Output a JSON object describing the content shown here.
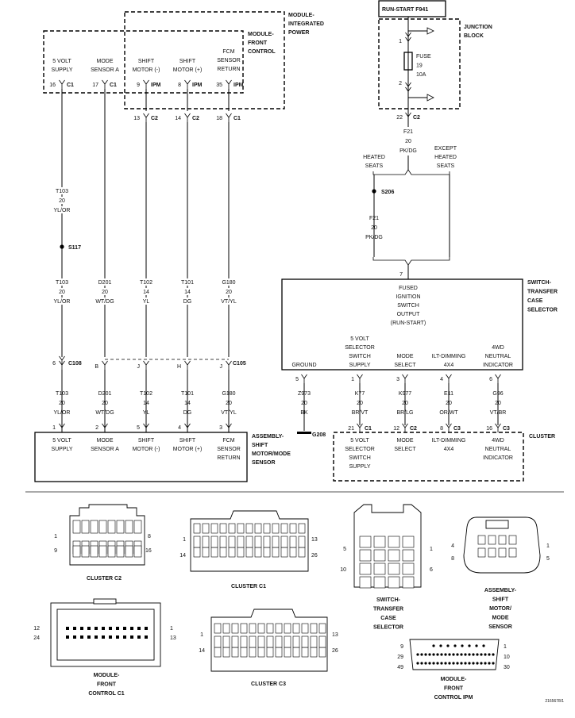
{
  "labels": {
    "run_start": "RUN-START F941",
    "junction_block": [
      "JUNCTION",
      "BLOCK"
    ],
    "fuse": [
      "FUSE",
      "19",
      "10A"
    ],
    "fuse_pin_1": "1",
    "fuse_pin_2": "2",
    "mip": [
      "MODULE-",
      "INTEGRATED",
      "POWER"
    ],
    "mfc": [
      "MODULE-",
      "FRONT",
      "CONTROL"
    ],
    "sts": [
      "SWITCH-",
      "TRANSFER",
      "CASE",
      "SELECTOR"
    ],
    "cluster": "CLUSTER",
    "assy": [
      "ASSEMBLY-",
      "SHIFT",
      "MOTOR/MODE",
      "SENSOR"
    ],
    "heated": [
      "HEATED",
      "SEATS"
    ],
    "except": [
      "EXCEPT",
      "HEATED",
      "SEATS"
    ],
    "sts_inner": [
      "FUSED",
      "IGNITION",
      "SWITCH",
      "OUTPUT",
      "(RUN-START)"
    ],
    "s117": "S117",
    "s206": "S206",
    "g208": "G208",
    "c108": "C108",
    "c105": "C105",
    "jb_pin_22": "22",
    "jb_c2": "C2",
    "sts_pin_7": "7",
    "drawing_id": "2165678/1"
  },
  "mfc_pins": [
    {
      "text": [
        "5 VOLT",
        "SUPPLY"
      ],
      "pin": "16",
      "conn": "C1"
    },
    {
      "text": [
        "MODE",
        "SENSOR A"
      ],
      "pin": "17",
      "conn": "C1"
    },
    {
      "text": [
        "SHIFT",
        "MOTOR (-)"
      ],
      "pin": "9",
      "conn": "IPM"
    },
    {
      "text": [
        "SHIFT",
        "MOTOR (+)"
      ],
      "pin": "8",
      "conn": "IPM"
    },
    {
      "text": [
        "FCM",
        "SENSOR",
        "RETURN"
      ],
      "pin": "35",
      "conn": "IPM"
    }
  ],
  "mip_pins": [
    {
      "pin": "13",
      "conn": "C2"
    },
    {
      "pin": "14",
      "conn": "C2"
    },
    {
      "pin": "18",
      "conn": "C1"
    }
  ],
  "upper_wires": [
    [
      "T103",
      "20",
      "YL/OR"
    ],
    [
      "T103",
      "20",
      "YL/OR"
    ],
    [
      "D201",
      "20",
      "WT/DG"
    ],
    [
      "T102",
      "14",
      "YL"
    ],
    [
      "T101",
      "14",
      "DG"
    ],
    [
      "G180",
      "20",
      "VT/YL"
    ]
  ],
  "mid_pins": [
    "6",
    "B",
    "J",
    "H",
    "J"
  ],
  "lower_wires": [
    [
      "T103",
      "20",
      "YL/OR"
    ],
    [
      "D201",
      "20",
      "WT/DG"
    ],
    [
      "T102",
      "14",
      "YL"
    ],
    [
      "T101",
      "14",
      "DG"
    ],
    [
      "G180",
      "20",
      "VT/YL"
    ]
  ],
  "assy_pins": [
    {
      "pin": "1",
      "text": [
        "5 VOLT",
        "SUPPLY"
      ]
    },
    {
      "pin": "2",
      "text": [
        "MODE",
        "SENSOR A"
      ]
    },
    {
      "pin": "5",
      "text": [
        "SHIFT",
        "MOTOR (-)"
      ]
    },
    {
      "pin": "4",
      "text": [
        "SHIFT",
        "MOTOR (+)"
      ]
    },
    {
      "pin": "3",
      "text": [
        "FCM",
        "SENSOR",
        "RETURN"
      ]
    }
  ],
  "f21_top": [
    "F21",
    "20",
    "PK/DG"
  ],
  "f21_mid": [
    "F21",
    "20",
    "PK/DG"
  ],
  "sts_pins": [
    {
      "text": [
        "GROUND"
      ],
      "pin": "5",
      "wire": [
        "Z973",
        "20",
        "BK"
      ]
    },
    {
      "text": [
        "5 VOLT",
        "SELECTOR",
        "SWITCH",
        "SUPPLY"
      ],
      "pin": "1",
      "wire": [
        "K77",
        "20",
        "BR/VT"
      ]
    },
    {
      "text": [
        "MODE",
        "SELECT"
      ],
      "pin": "3",
      "wire": [
        "K977",
        "20",
        "BR/LG"
      ]
    },
    {
      "text": [
        "ILT-DIMMING",
        "4X4"
      ],
      "pin": "4",
      "wire": [
        "E11",
        "20",
        "OR/WT"
      ]
    },
    {
      "text": [
        "4WD",
        "NEUTRAL",
        "INDICATOR"
      ],
      "pin": "6",
      "wire": [
        "G96",
        "20",
        "VT/BR"
      ]
    }
  ],
  "cluster_pins": [
    {
      "pin": "21",
      "conn": "C1",
      "text": [
        "5 VOLT",
        "SELECTOR",
        "SWITCH",
        "SUPPLY"
      ]
    },
    {
      "pin": "12",
      "conn": "C2",
      "text": [
        "MODE",
        "SELECT"
      ]
    },
    {
      "pin": "8",
      "conn": "C3",
      "text": [
        "ILT-DIMMING",
        "4X4"
      ]
    },
    {
      "pin": "16",
      "conn": "C3",
      "text": [
        "4WD",
        "NEUTRAL",
        "INDICATOR"
      ]
    }
  ],
  "connectors": [
    {
      "name": [
        "CLUSTER C2"
      ],
      "pins": [
        "1",
        "8",
        "9",
        "16"
      ]
    },
    {
      "name": [
        "CLUSTER C1"
      ],
      "pins": [
        "1",
        "13",
        "14",
        "26"
      ]
    },
    {
      "name": [
        "SWITCH-",
        "TRANSFER",
        "CASE",
        "SELECTOR"
      ],
      "pins": [
        "5",
        "1",
        "10",
        "6"
      ]
    },
    {
      "name": [
        "ASSEMBLY-",
        "SHIFT",
        "MOTOR/",
        "MODE",
        "SENSOR"
      ],
      "pins": [
        "4",
        "1",
        "8",
        "5"
      ]
    },
    {
      "name": [
        "MODULE-",
        "FRONT",
        "CONTROL C1"
      ],
      "pins": [
        "12",
        "1",
        "24",
        "13"
      ]
    },
    {
      "name": [
        "CLUSTER C3"
      ],
      "pins": [
        "1",
        "13",
        "14",
        "26"
      ]
    },
    {
      "name": [
        "MODULE-",
        "FRONT",
        "CONTROL IPM"
      ],
      "pins": [
        "9",
        "1",
        "29",
        "10",
        "49",
        "30"
      ]
    }
  ]
}
